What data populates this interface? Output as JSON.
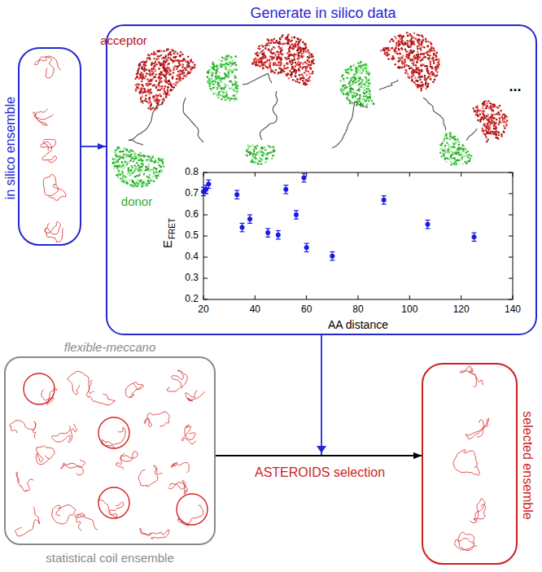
{
  "diagram": {
    "nodes": [
      {
        "text": [
          "in silico ensemble"
        ]
      },
      {
        "text": [
          "Generate in silico data"
        ]
      },
      {
        "text": [
          "flexible-meccano",
          "statistical coil ensemble"
        ]
      },
      {
        "text": [
          "selected ensemble"
        ]
      }
    ],
    "edges": [
      {
        "from": 0,
        "to": 1,
        "arrow": "to"
      },
      {
        "from": 1,
        "to": 3,
        "arrow": "to"
      },
      {
        "from": 2,
        "to": 3,
        "label": "ASTEROIDS selection",
        "arrow": "to"
      }
    ],
    "labels": [
      "acceptor",
      "donor",
      "...",
      "E",
      "FRET",
      "AA distance",
      "0.2",
      "0.3",
      "0.4",
      "0.5",
      "0.6",
      "0.7",
      "0.8",
      "20",
      "40",
      "60",
      "80",
      "100",
      "120",
      "140"
    ]
  }
}
